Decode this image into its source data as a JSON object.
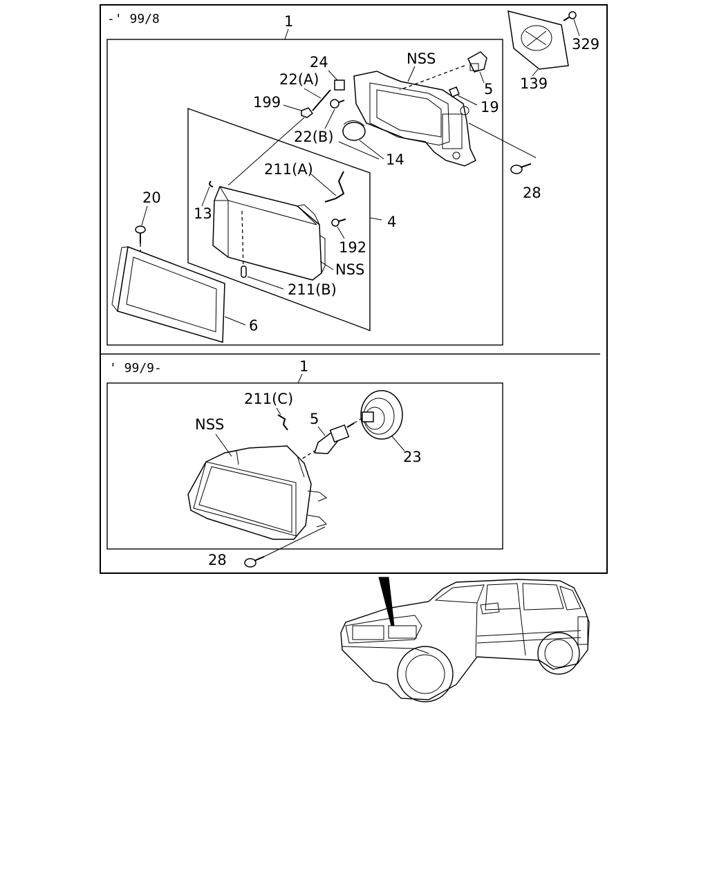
{
  "sections": [
    {
      "period": "-' 99/8"
    },
    {
      "period": "' 99/9-"
    }
  ],
  "callouts": {
    "top_assembly": "1",
    "nss_housing": "NSS",
    "bulb_5_top": "5",
    "grommet_24": "24",
    "screw_22a": "22(A)",
    "nut_199": "199",
    "screw_22b": "22(B)",
    "clip_19": "19",
    "clamp_14": "14",
    "bolt_28_top": "28",
    "wire_211a": "211(A)",
    "clip_13": "13",
    "screw_20": "20",
    "lamp_4": "4",
    "screw_192": "192",
    "nss_lens": "NSS",
    "wire_211b": "211(B)",
    "bezel_6": "6",
    "cover_139": "139",
    "nut_329": "329",
    "bottom_assembly": "1",
    "wire_211c": "211(C)",
    "bulb_5_bottom": "5",
    "nss_lamp_bottom": "NSS",
    "cap_23": "23",
    "bolt_28_bottom": "28"
  }
}
